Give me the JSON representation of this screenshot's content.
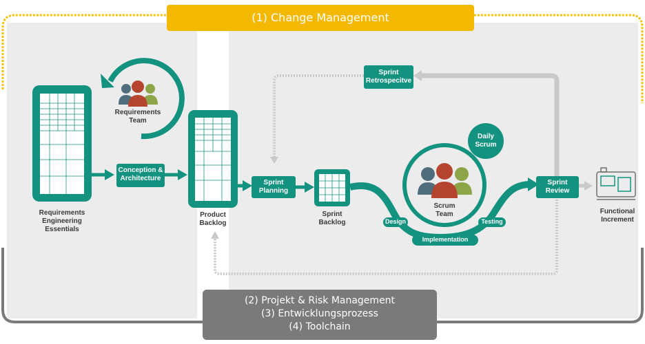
{
  "banners": {
    "change_management": "(1) Change Management",
    "bottom_line1": "(2) Projekt & Risk Management",
    "bottom_line2": "(3) Entwicklungsprozess",
    "bottom_line3": "(4) Toolchain"
  },
  "nodes": {
    "requirements_team_line1": "Requirements",
    "requirements_team_line2": "Team",
    "req_essentials_line1": "Requirements",
    "req_essentials_line2": "Engineering",
    "req_essentials_line3": "Essentials",
    "conception_line1": "Conception &",
    "conception_line2": "Architecture",
    "product_backlog_line1": "Product",
    "product_backlog_line2": "Backlog",
    "sprint_planning_line1": "Sprint",
    "sprint_planning_line2": "Planning",
    "sprint_backlog_line1": "Sprint",
    "sprint_backlog_line2": "Backlog",
    "sprint_retro_line1": "Sprint",
    "sprint_retro_line2": "Retrospecitve",
    "daily_scrum_line1": "Daily",
    "daily_scrum_line2": "Scrum",
    "scrum_team_line1": "Scrum",
    "scrum_team_line2": "Team",
    "design": "Design",
    "implementation": "Implementation",
    "testing": "Testing",
    "sprint_review_line1": "Sprint",
    "sprint_review_line2": "Review",
    "functional_increment_line1": "Functional",
    "functional_increment_line2": "Increment"
  },
  "colors": {
    "teal": "#13937f",
    "yellow": "#f5b800",
    "gray_banner": "#7a7a7a",
    "panel": "#ececec",
    "arrow_gray": "#c8c8c8"
  },
  "icons": [
    "people-group-icon",
    "document-grid-icon",
    "machine-icon",
    "circular-arrow-icon"
  ]
}
